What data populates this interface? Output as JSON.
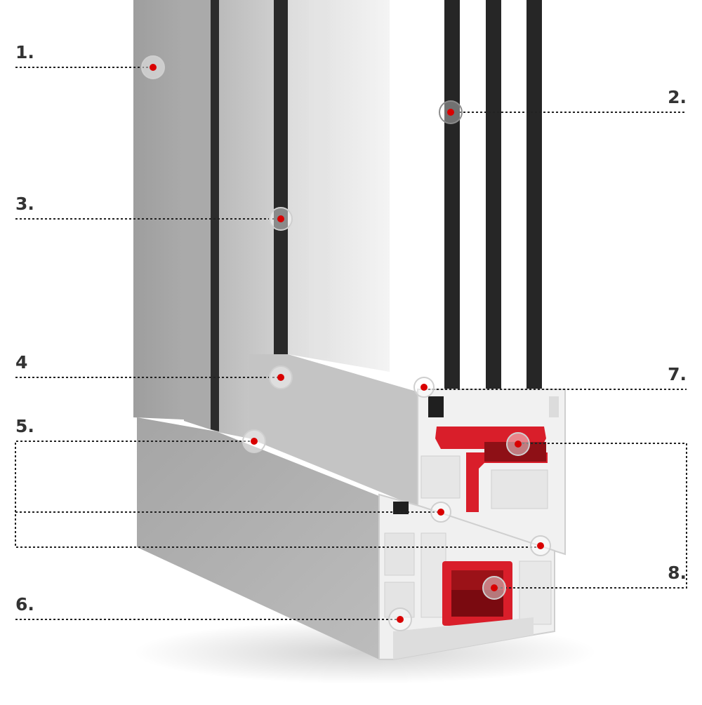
{
  "labels": {
    "l1": "1.",
    "l2": "2.",
    "l3": "3.",
    "l4": "4",
    "l5": "5.",
    "l6": "6.",
    "l7": "7.",
    "l8": "8."
  },
  "colors": {
    "marker": "#d90000",
    "marker_halo": "#cfcfcf",
    "leader": "#222222",
    "frame_grey": "#a7a7a7",
    "glass_spacer": "#2a2a2a",
    "reinforcement": "#d91e2a",
    "profile_white": "#efefef"
  }
}
